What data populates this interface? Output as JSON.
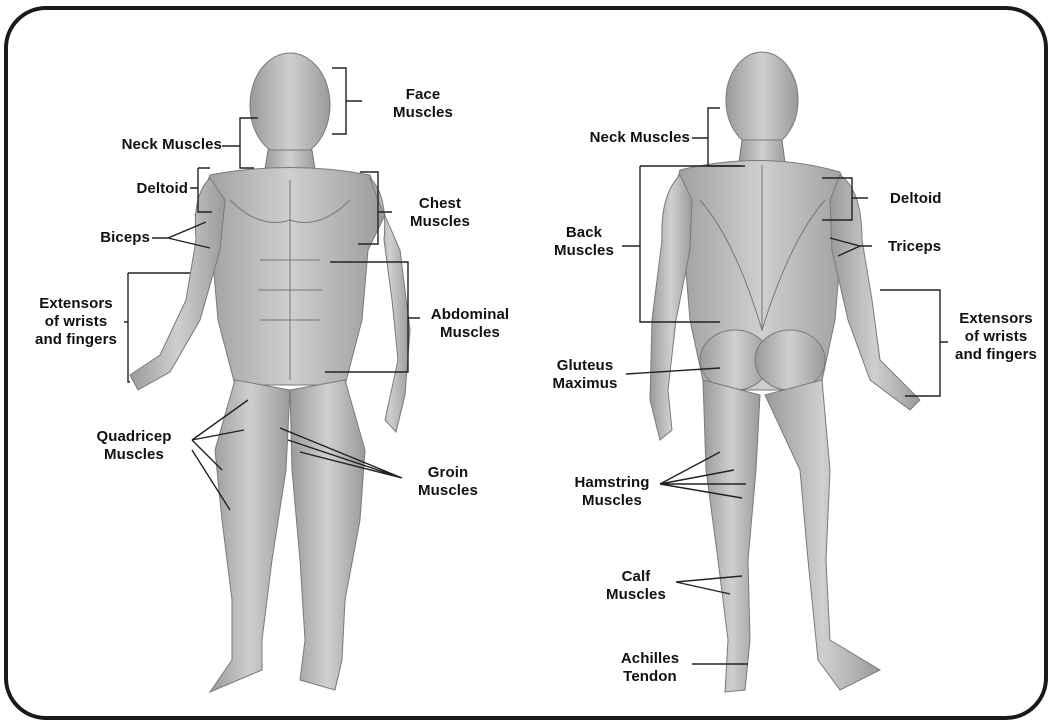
{
  "front": {
    "face": [
      "Face",
      "Muscles"
    ],
    "neck": "Neck Muscles",
    "deltoid": "Deltoid",
    "chest": [
      "Chest",
      "Muscles"
    ],
    "biceps": "Biceps",
    "extensors": [
      "Extensors",
      "of wrists",
      "and fingers"
    ],
    "abdominal": [
      "Abdominal",
      "Muscles"
    ],
    "quadricep": [
      "Quadricep",
      "Muscles"
    ],
    "groin": [
      "Groin",
      "Muscles"
    ]
  },
  "back": {
    "neck": "Neck Muscles",
    "deltoid": "Deltoid",
    "back": [
      "Back",
      "Muscles"
    ],
    "triceps": "Triceps",
    "extensors": [
      "Extensors",
      "of wrists",
      "and fingers"
    ],
    "gluteus": [
      "Gluteus",
      "Maximus"
    ],
    "hamstring": [
      "Hamstring",
      "Muscles"
    ],
    "calf": [
      "Calf",
      "Muscles"
    ],
    "achilles": [
      "Achilles",
      "Tendon"
    ]
  },
  "colors": {
    "frame": "#1a1a1a",
    "body_fill": "#b9b9b9",
    "body_shade": "#8e8e8e",
    "line": "#222222"
  }
}
